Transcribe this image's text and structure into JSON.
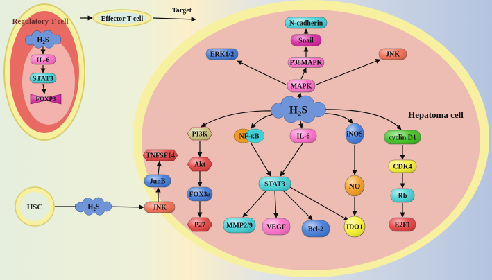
{
  "labels": {
    "regulatory": "Regulatory T cell",
    "effector": "Effector T cell",
    "target": "Target",
    "hepatoma": "Hepatoma cell",
    "hsc": "HSC",
    "h2s_base": "H",
    "h2s_sub": "2",
    "h2s_tail": "S"
  },
  "nodes": {
    "il6_treg": "IL-6",
    "stat3_treg": "STAT3",
    "foxp3": "FOXP3",
    "ncadherin": "N-cadherin",
    "snail": "Snail",
    "p38mapk": "P38MAPK",
    "erk12": "ERK1/2",
    "jnk_top": "JNK",
    "mapk": "MAPK",
    "pi3k": "PI3K",
    "nfkb": "NF-κB",
    "il6": "IL-6",
    "inos": "iNOS",
    "cyclind1": "cyclin D1",
    "akt": "Akt",
    "fox3a": "FOX3a",
    "p27": "P27",
    "stat3": "STAT3",
    "cdk4": "CDK4",
    "no": "NO",
    "rb": "Rb",
    "e2f1": "E2F1",
    "mmp29": "MMP2/9",
    "vegf": "VEGF",
    "bcl2": "Bcl-2",
    "ido1": "IDO1",
    "tnfsf14": "TNFSF14",
    "junb": "JunB",
    "jnk_left": "JNK"
  },
  "colors": {
    "bg_left": "#e6eedd",
    "bg_mid": "#fcefc9",
    "bg_right": "#b4c4e0",
    "cell_fill": "#edbdb4",
    "cell_border": "#f6f0a0",
    "cloud": "#6f94d8",
    "pink": "#ff6cc8",
    "cyan": "#3fd1d6",
    "magenta": "#d8249e",
    "blue": "#3e78d8",
    "orange_red": "#f26a4e",
    "red": "#e23c3c",
    "green": "#3ec21e",
    "yellow": "#f6f02a",
    "orange": "#f29a1a",
    "olive": "#c9c27a"
  }
}
